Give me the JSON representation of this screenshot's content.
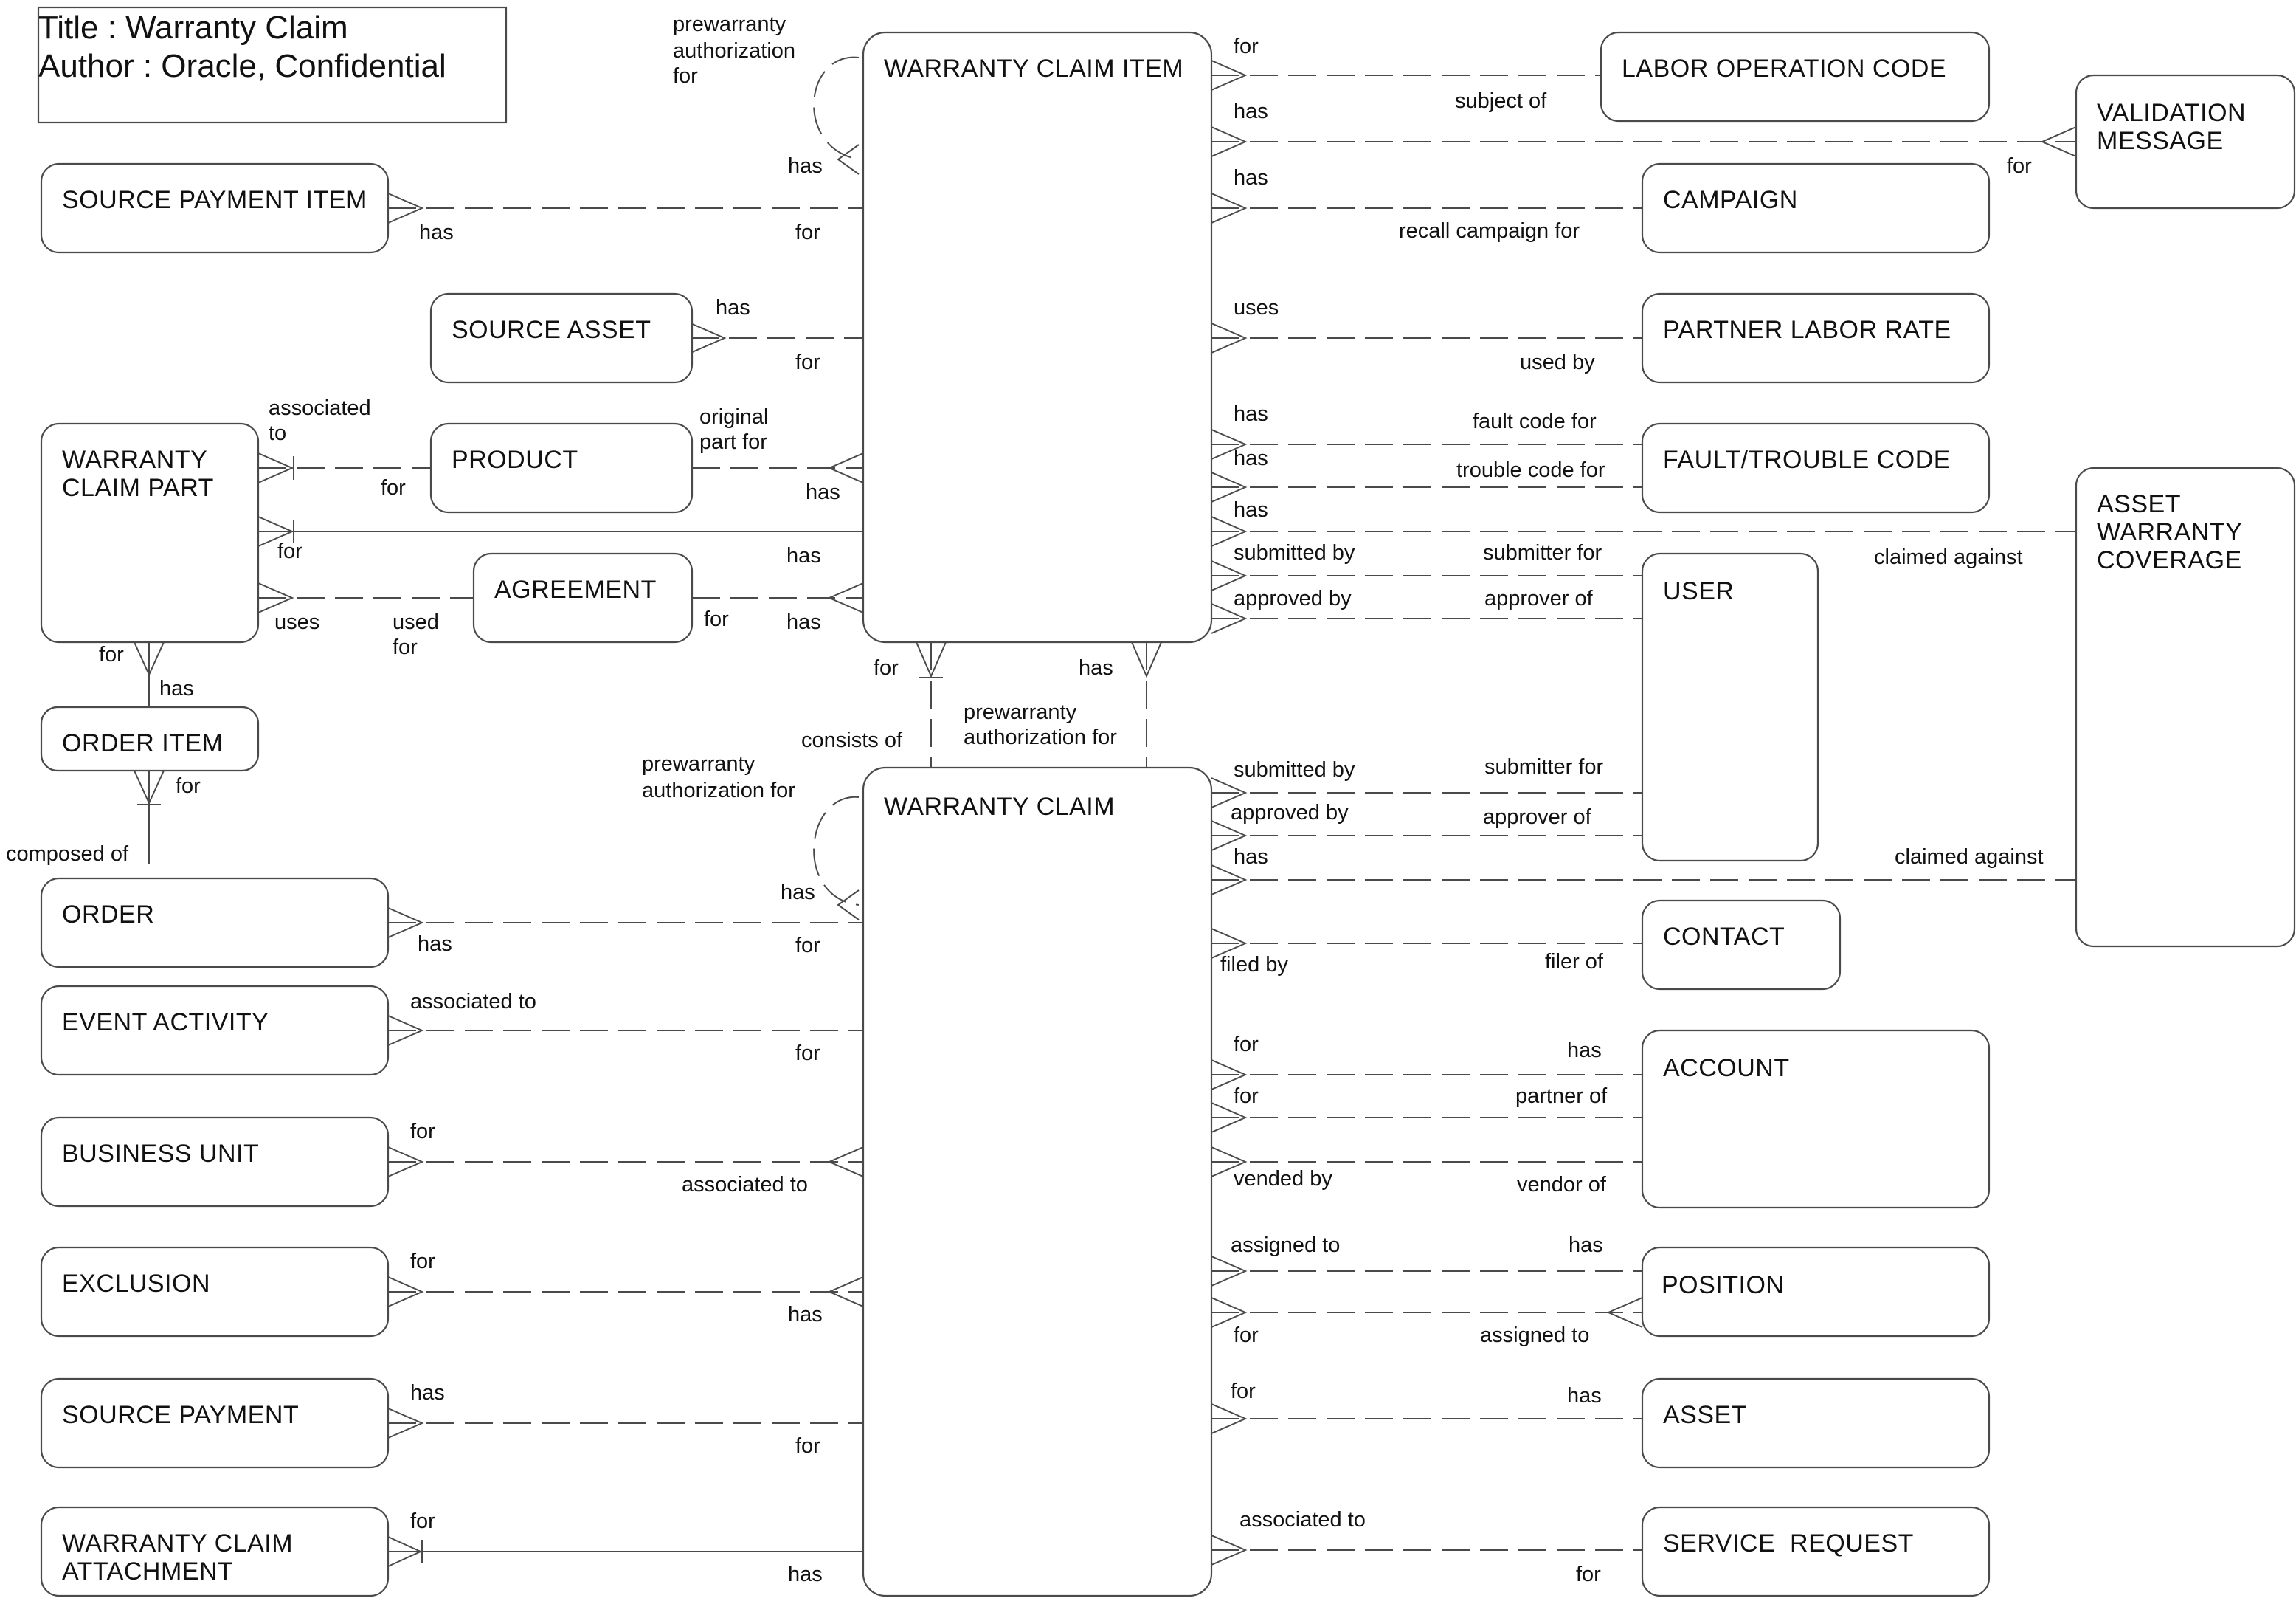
{
  "title": {
    "line1": "Title : Warranty Claim",
    "line2": "Author : Oracle, Confidential"
  },
  "entities": {
    "source_payment_item": [
      "SOURCE PAYMENT ITEM"
    ],
    "source_asset": [
      "SOURCE ASSET"
    ],
    "warranty_claim_part": [
      "WARRANTY",
      "CLAIM PART"
    ],
    "product": [
      "PRODUCT"
    ],
    "agreement": [
      "AGREEMENT"
    ],
    "order_item": [
      "ORDER ITEM"
    ],
    "order": [
      "ORDER"
    ],
    "event_activity": [
      "EVENT ACTIVITY"
    ],
    "business_unit": [
      "BUSINESS UNIT"
    ],
    "exclusion": [
      "EXCLUSION"
    ],
    "source_payment": [
      "SOURCE PAYMENT"
    ],
    "warranty_claim_attachment": [
      "WARRANTY CLAIM",
      "ATTACHMENT"
    ],
    "warranty_claim_item": [
      "WARRANTY CLAIM ITEM"
    ],
    "warranty_claim": [
      "WARRANTY CLAIM"
    ],
    "labor_operation_code": [
      "LABOR OPERATION CODE"
    ],
    "campaign": [
      "CAMPAIGN"
    ],
    "partner_labor_rate": [
      "PARTNER LABOR RATE"
    ],
    "fault_trouble_code": [
      "FAULT/TROUBLE CODE"
    ],
    "user": [
      "USER"
    ],
    "contact": [
      "CONTACT"
    ],
    "account": [
      "ACCOUNT"
    ],
    "position": [
      "POSITION"
    ],
    "asset": [
      "ASSET"
    ],
    "service_request": [
      "SERVICE  REQUEST"
    ],
    "validation_message": [
      "VALIDATION",
      "MESSAGE"
    ],
    "asset_warranty_coverage": [
      "ASSET",
      "WARRANTY",
      "COVERAGE"
    ]
  },
  "labels": {
    "wci_self_pre": [
      "prewarranty",
      "authorization",
      "for"
    ],
    "wci_self_has": "has",
    "spi_has": "has",
    "spi_for": "for",
    "sa_has": "has",
    "sa_for": "for",
    "wcp_assoc": [
      "associated",
      "to"
    ],
    "wcp_prod_for": "for",
    "prod_orig": [
      "original",
      "part for"
    ],
    "prod_has": "has",
    "wcp_wci_for": "for",
    "wcp_wci_has": "has",
    "wcp_uses": "uses",
    "agr_used": [
      "used",
      "for"
    ],
    "agr_for": "for",
    "agr_has": "has",
    "wcp_for": "for",
    "oi_has": "has",
    "oi_for": "for",
    "ord_composed": "composed of",
    "wci_wc_for": "for",
    "wci_wc_consists": "consists of",
    "wci_wc_has": "has",
    "wci_wc_pre": [
      "prewarranty",
      "authorization for"
    ],
    "wc_self_pre": [
      "prewarranty",
      "authorization for"
    ],
    "wc_self_has": "has",
    "ord_has": "has",
    "ord_for": "for",
    "ev_assoc": "associated to",
    "ev_for": "for",
    "bu_for": "for",
    "bu_assoc": "associated to",
    "ex_for": "for",
    "ex_has": "has",
    "sp_has": "has",
    "sp_for": "for",
    "att_for": "for",
    "att_has": "has",
    "loc_for": "for",
    "loc_subject": "subject of",
    "val_has": "has",
    "val_for": "for",
    "camp_has": "has",
    "camp_recall": "recall campaign for",
    "plr_uses": "uses",
    "plr_used": "used by",
    "fc_has1": "has",
    "fc_fault": "fault code for",
    "fc_has2": "has",
    "fc_trouble": "trouble code for",
    "awc_has1": "has",
    "awc_claimed1": "claimed against",
    "wci_user_sub": "submitted by",
    "wci_user_subfor": "submitter for",
    "wci_user_app": "approved by",
    "wci_user_appof": "approver of",
    "wc_user_sub": "submitted by",
    "wc_user_subfor": "submitter for",
    "wc_user_app": "approved by",
    "wc_user_appof": "approver of",
    "awc_has2": "has",
    "awc_claimed2": "claimed against",
    "con_filed": "filed by",
    "con_filer": "filer of",
    "acc_for1": "for",
    "acc_has": "has",
    "acc_for2": "for",
    "acc_partner": "partner of",
    "acc_vended": "vended by",
    "acc_vendor": "vendor of",
    "pos_assigned": "assigned to",
    "pos_has": "has",
    "pos_for": "for",
    "pos_assigned2": "assigned to",
    "ast_for": "for",
    "ast_has": "has",
    "sr_assoc": "associated to",
    "sr_for": "for"
  }
}
